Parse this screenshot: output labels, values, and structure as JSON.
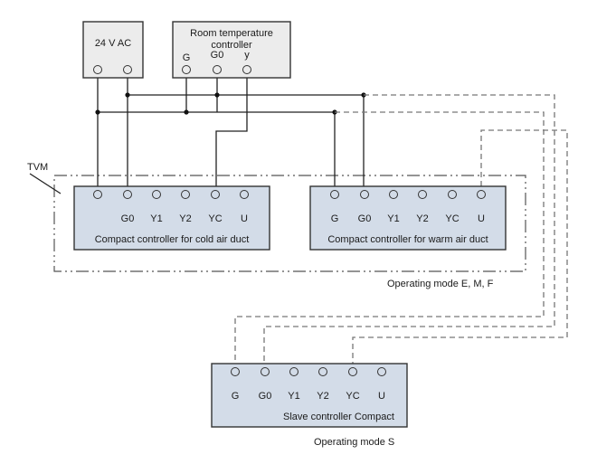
{
  "supply": {
    "label": "24 V AC"
  },
  "room_controller": {
    "title_line1": "Room temperature",
    "title_line2": "controller",
    "terminals": [
      "G",
      "G0",
      "y"
    ]
  },
  "tvm_label": "TVM",
  "cold_controller": {
    "terminals": [
      "",
      "G0",
      "Y1",
      "Y2",
      "YC",
      "U"
    ],
    "title": "Compact controller for cold air duct"
  },
  "warm_controller": {
    "terminals": [
      "G",
      "G0",
      "Y1",
      "Y2",
      "YC",
      "U"
    ],
    "title": "Compact controller for warm air duct"
  },
  "mode_emf": "Operating mode E, M, F",
  "slave_controller": {
    "terminals": [
      "G",
      "G0",
      "Y1",
      "Y2",
      "YC",
      "U"
    ],
    "title": "Slave controller Compact"
  },
  "mode_s": "Operating mode S"
}
